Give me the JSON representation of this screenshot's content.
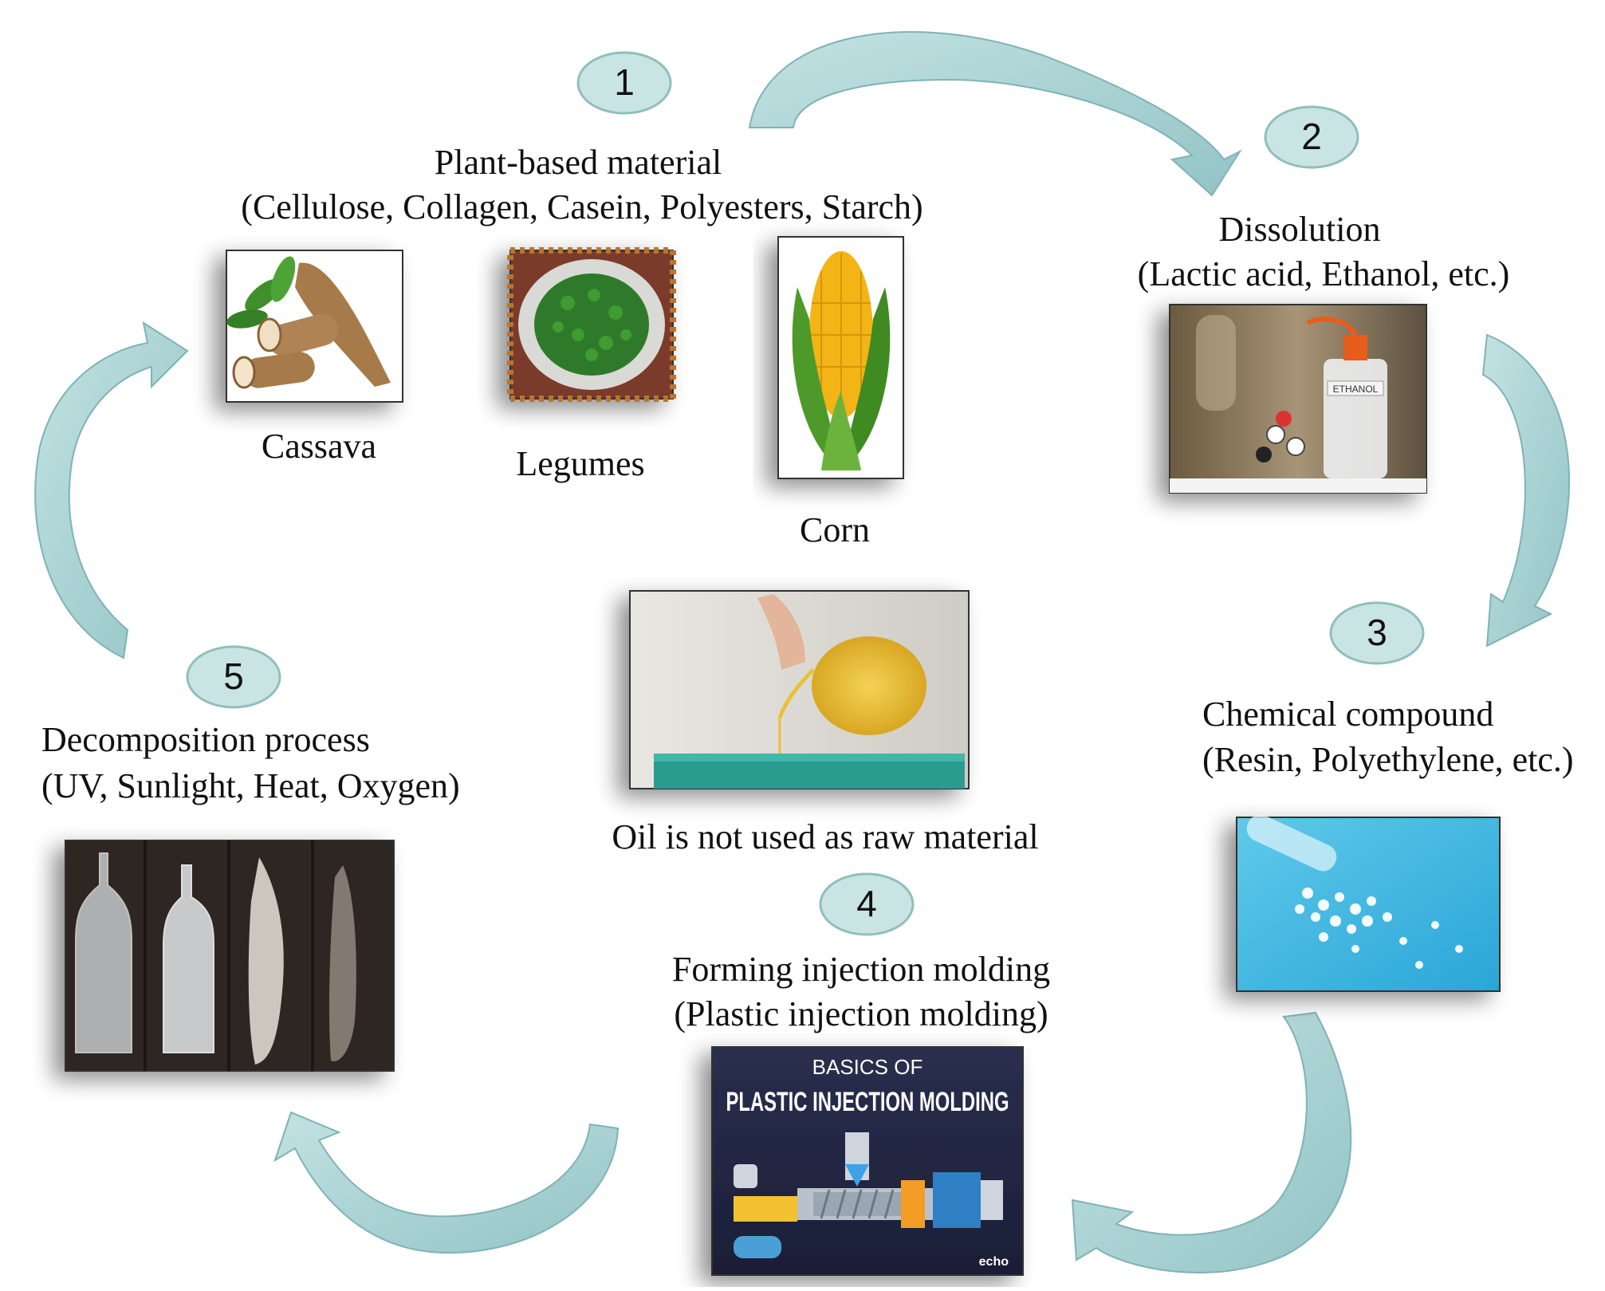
{
  "steps": [
    {
      "number": "1",
      "title": "Plant-based material",
      "detail": "(Cellulose, Collagen, Casein, Polyesters, Starch)"
    },
    {
      "number": "2",
      "title": "Dissolution",
      "detail": "(Lactic acid, Ethanol, etc.)"
    },
    {
      "number": "3",
      "title": "Chemical compound",
      "detail": "(Resin, Polyethylene,  etc.)"
    },
    {
      "number": "4",
      "title": "Forming injection molding",
      "detail": "(Plastic injection molding)"
    },
    {
      "number": "5",
      "title": "Decomposition process",
      "detail": "(UV, Sunlight, Heat, Oxygen)"
    }
  ],
  "plants": {
    "cassava": "Cassava",
    "legumes": "Legumes",
    "corn": "Corn"
  },
  "oil_caption": "Oil is not used as raw material",
  "molding_image": {
    "line1": "BASICS OF",
    "line2": "PLASTIC INJECTION MOLDING",
    "logo": "echo"
  },
  "ethanol_label": "ETHANOL",
  "colors": {
    "arrow_fill": "#a9d3d4",
    "arrow_stroke": "#7fb3b5",
    "badge_fill": "#c9e5e3",
    "badge_stroke": "#8fbfbd"
  }
}
